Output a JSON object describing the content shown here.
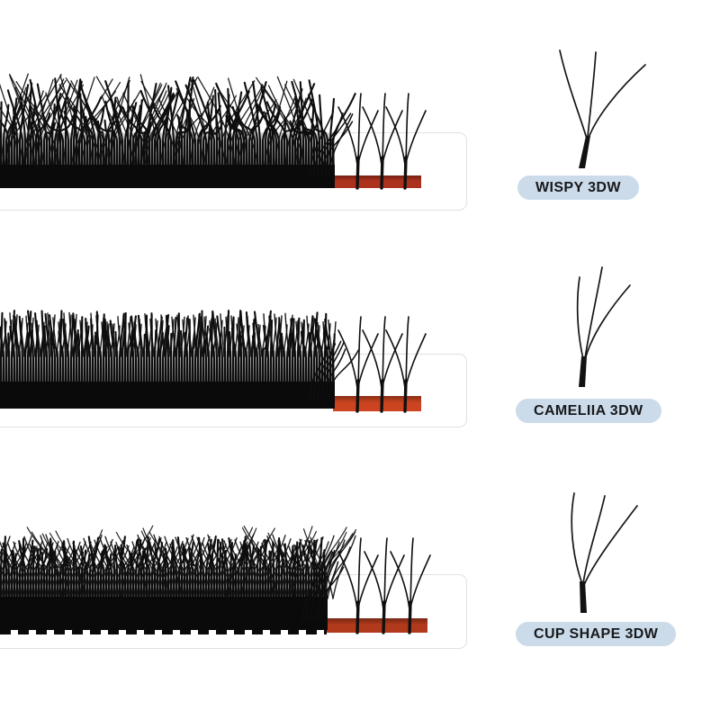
{
  "rows": [
    {
      "id": "wispy",
      "label": "WISPY 3DW",
      "tape_color": "#ad321e",
      "strip_icon": "lash-strip",
      "cluster_icon": "w-shaped-lash-cluster-icon"
    },
    {
      "id": "cameliia",
      "label": "CAMELIIA 3DW",
      "tape_color": "#cc4520",
      "strip_icon": "lash-strip",
      "cluster_icon": "w-shaped-lash-cluster-icon"
    },
    {
      "id": "cup-shape",
      "label": "CUP SHAPE 3DW",
      "tape_color": "#b23a1c",
      "strip_icon": "lash-strip",
      "cluster_icon": "w-shaped-lash-cluster-icon"
    }
  ],
  "colors": {
    "background": "#ffffff",
    "card_bg": "#ffffff",
    "card_border": "#e1e1e5",
    "lash": "#0e0e0e",
    "base_bar": "#0a0a0a",
    "stem_backing_top": "#d0d0d0",
    "stem_backing_bottom": "#5e5e5e",
    "badge_bg": "#ccdbea",
    "badge_text": "#17191c"
  }
}
